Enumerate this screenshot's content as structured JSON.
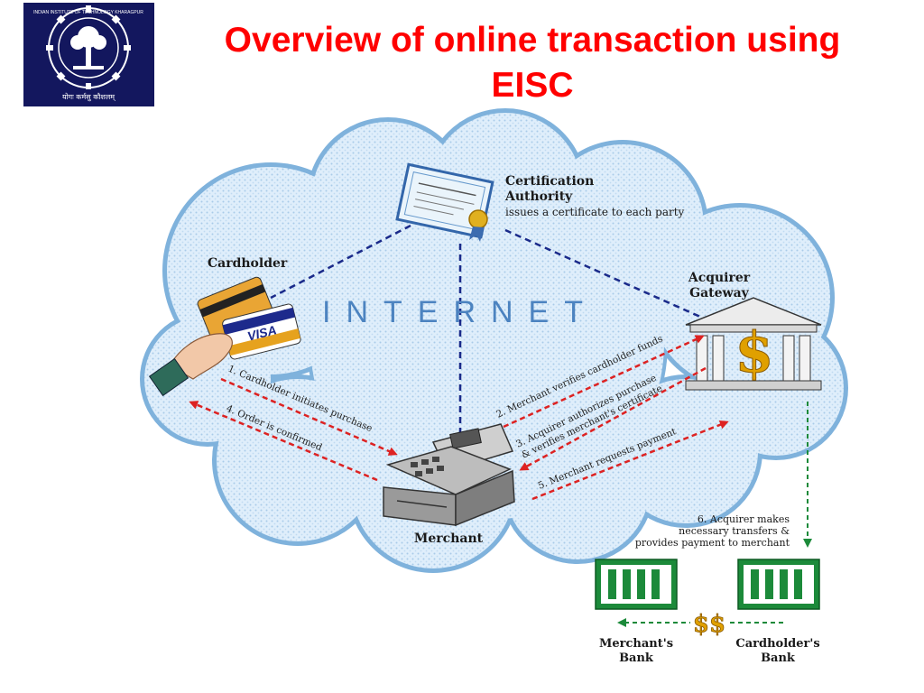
{
  "slide": {
    "title_line1": "Overview of online transaction using",
    "title_line2": "EISC",
    "colors": {
      "title": "#ff0000",
      "logo_bg": "#13175e",
      "arrow": "#dd2222",
      "dashed_link": "#1a2a8a",
      "bank_green": "#1c8a3a",
      "dollar": "#e0a000"
    }
  },
  "logo": {
    "icon": "iit-kharagpur-emblem",
    "ring_text": "INDIAN INSTITUTE OF TECHNOLOGY KHARAGPUR",
    "motto": "योगः कर्मसु कौशलम्"
  },
  "diagram": {
    "network_label": "INTERNET",
    "certification": {
      "title_line1": "Certification",
      "title_line2": "Authority",
      "note": "issues a certificate to each party"
    },
    "cardholder": {
      "label": "Cardholder",
      "card_text": "VISA"
    },
    "acquirer": {
      "label_line1": "Acquirer",
      "label_line2": "Gateway"
    },
    "merchant": {
      "label": "Merchant"
    },
    "steps": {
      "s1": "1. Cardholder initiates purchase",
      "s2": "2. Merchant verifies cardholder funds",
      "s3a": "3. Acquirer authorizes purchase",
      "s3b": "& verifies merchant's certificate",
      "s4": "4. Order is confirmed",
      "s5": "5. Merchant requests payment",
      "s6_line1": "6. Acquirer makes",
      "s6_line2": "necessary transfers &",
      "s6_line3": "provides payment to merchant"
    },
    "banks": {
      "currency": "$$",
      "merchant_line1": "Merchant's",
      "merchant_line2": "Bank",
      "cardholder_line1": "Cardholder's",
      "cardholder_line2": "Bank"
    }
  }
}
